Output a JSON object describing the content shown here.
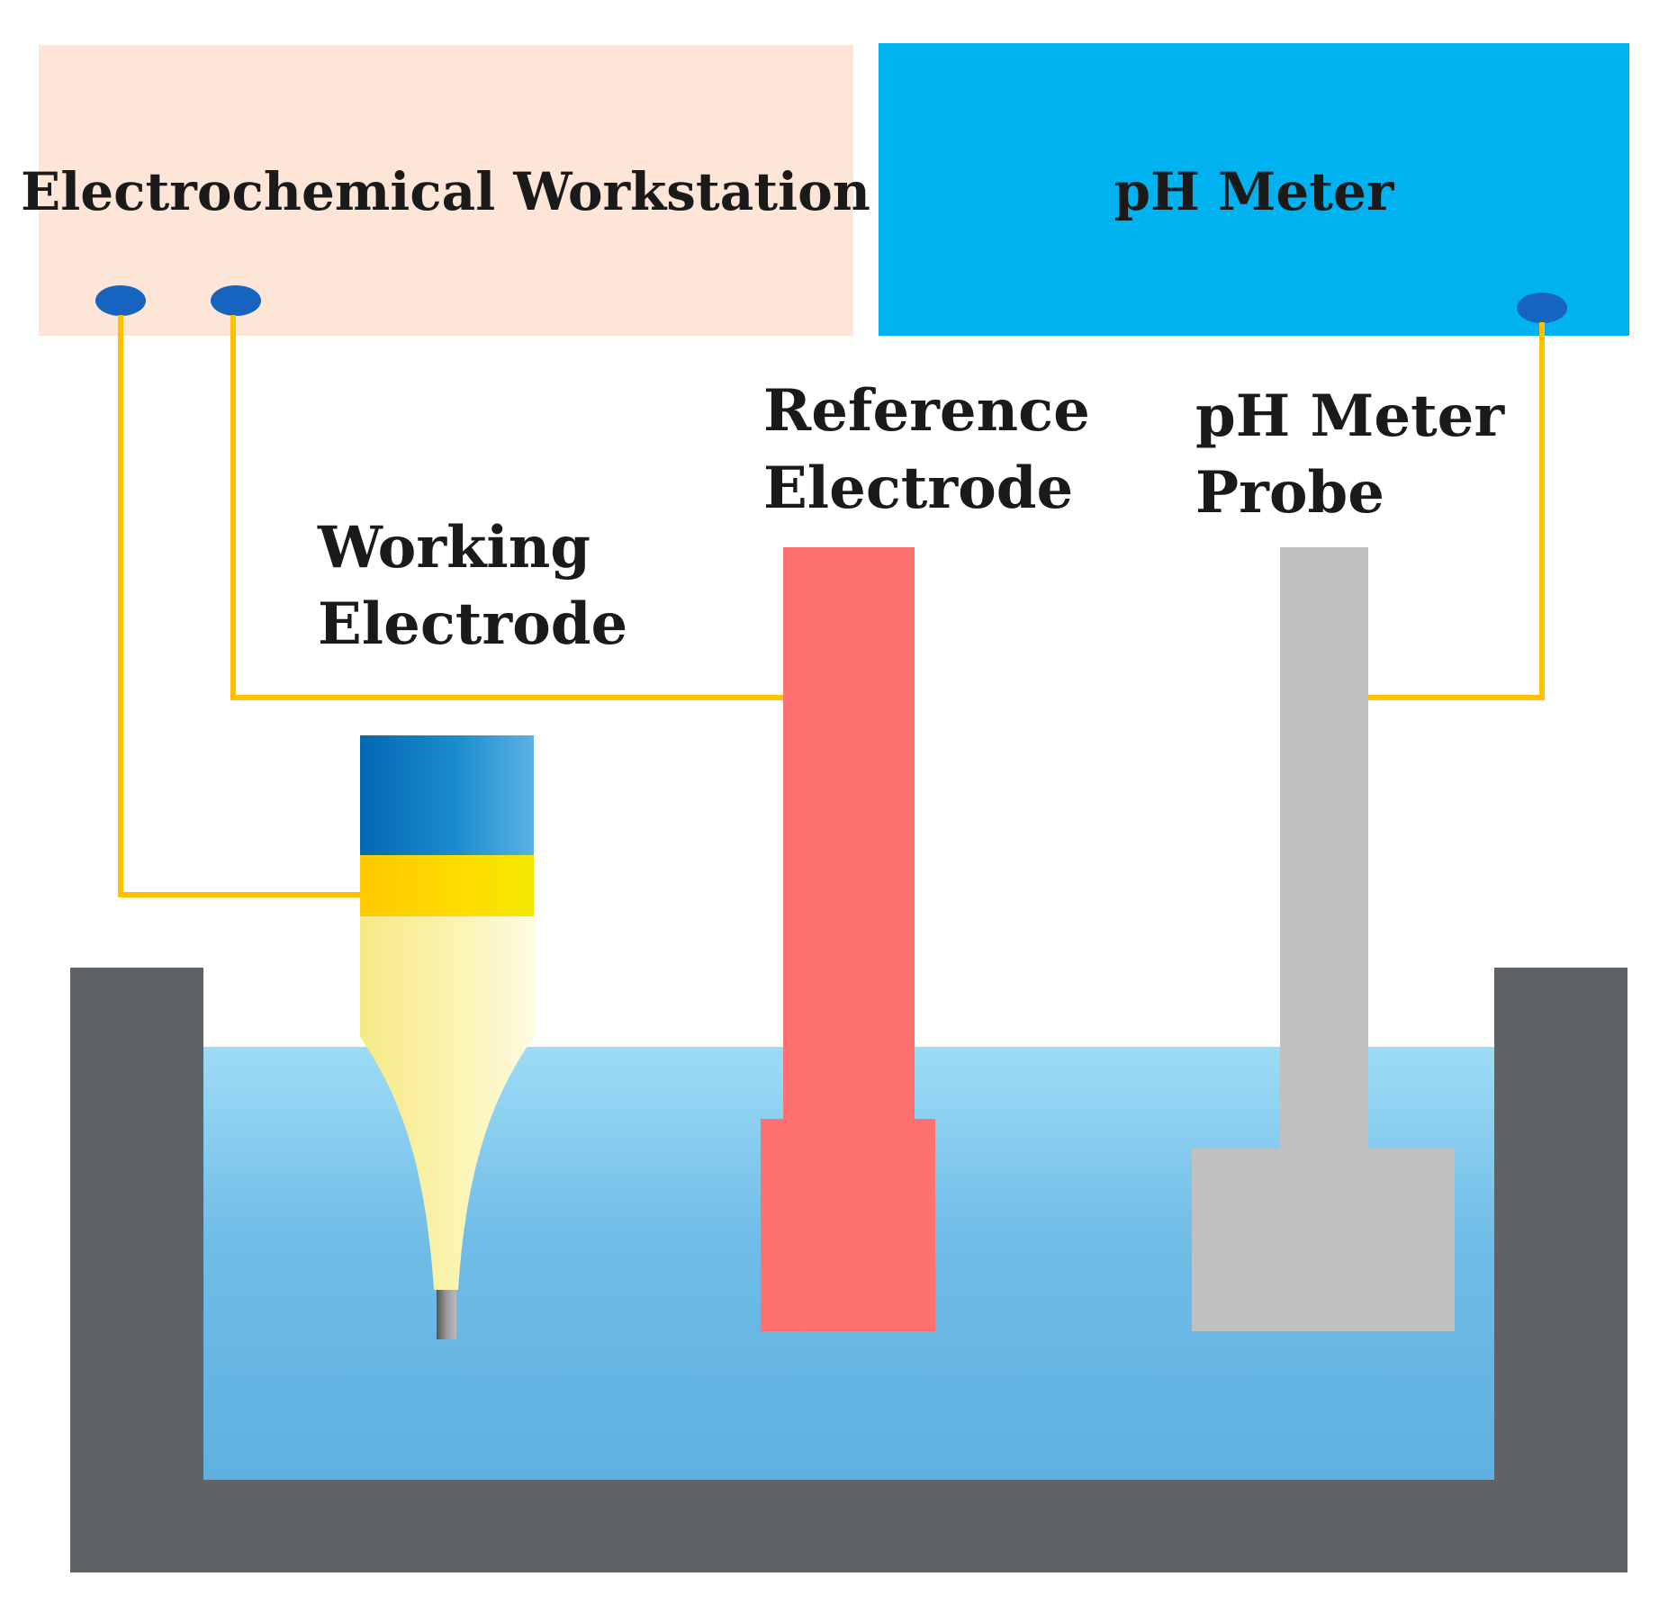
{
  "workstation": {
    "label": "Electrochemical Workstation",
    "color": "#fde5d7"
  },
  "ph_meter": {
    "label": "pH Meter",
    "color": "#00b2f0"
  },
  "working_electrode": {
    "label_line1": "Working",
    "label_line2": "Electrode"
  },
  "reference_electrode": {
    "label_line1": "Reference",
    "label_line2": "Electrode",
    "color": "#ff7070"
  },
  "ph_probe": {
    "label_line1": "pH Meter",
    "label_line2": "Probe",
    "color": "#c0c0c0"
  },
  "wire_color": "#ffc000",
  "connector_color": "#1565c0",
  "container_color": "#5f6366",
  "solution_color": "#62b3e2"
}
